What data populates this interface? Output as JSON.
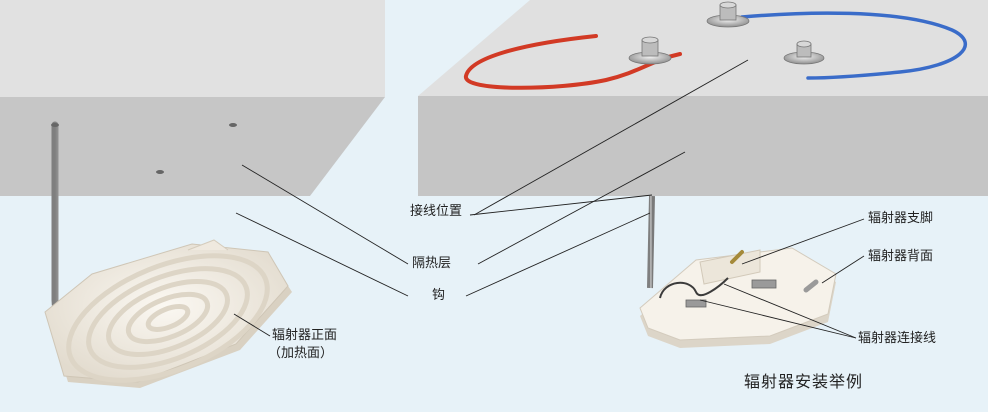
{
  "labels": {
    "wiring_position": "接线位置",
    "insulation_layer": "隔热层",
    "hook": "钩",
    "radiator_front_line1": "辐射器正面",
    "radiator_front_line2": "（加热面）",
    "radiator_bracket": "辐射器支脚",
    "radiator_back": "辐射器背面",
    "radiator_cable": "辐射器连接线",
    "caption": "辐射器安装举例"
  },
  "colors": {
    "background": "#e7f2f8",
    "slab_top": "#e1e1e1",
    "slab_face": "#c4c4c4",
    "ceramic": "#f4efe6",
    "rod": "#9a9a9a",
    "red_wire": "#d23a25",
    "blue_wire": "#3a6cc9"
  }
}
